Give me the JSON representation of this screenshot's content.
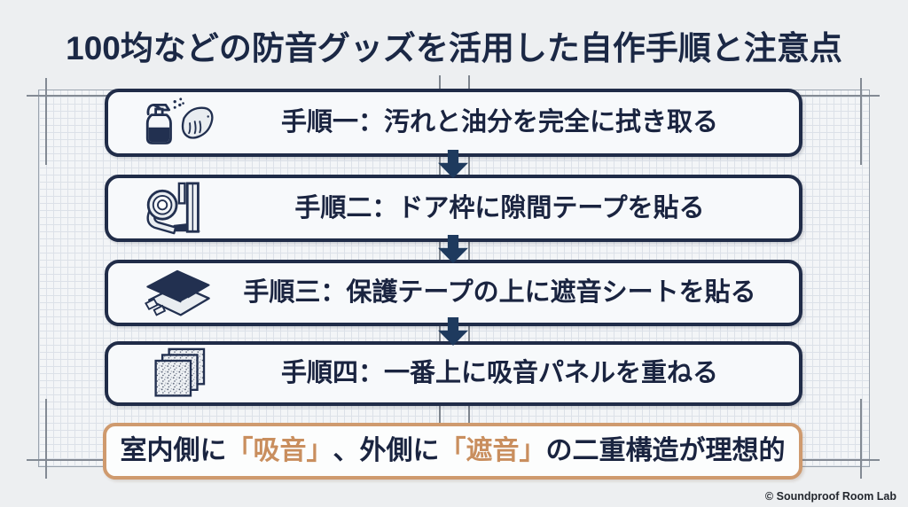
{
  "title": "100均などの防音グッズを活用した自作手順と注意点",
  "steps": [
    {
      "label": "手順一：汚れと油分を完全に拭き取る",
      "icon": "spray-clean-icon"
    },
    {
      "label": "手順二：ドア枠に隙間テープを貼る",
      "icon": "gap-tape-door-icon"
    },
    {
      "label": "手順三：保護テープの上に遮音シートを貼る",
      "icon": "soundproof-sheet-icon"
    },
    {
      "label": "手順四：一番上に吸音パネルを重ねる",
      "icon": "acoustic-panel-icon"
    }
  ],
  "conclusion": {
    "part1": "室内側に",
    "highlight1": "「吸音」",
    "part2": "、外側に",
    "highlight2": "「遮音」",
    "part3": "の二重構造が理想的"
  },
  "footer_credit": "© Soundproof Room Lab",
  "colors": {
    "navy_text": "#1a2440",
    "navy_border": "#202c48",
    "arrow_navy": "#1e3a5e",
    "orange_border": "#cf9a6e",
    "orange_text": "#c98e5e",
    "background": "#edeff1"
  }
}
